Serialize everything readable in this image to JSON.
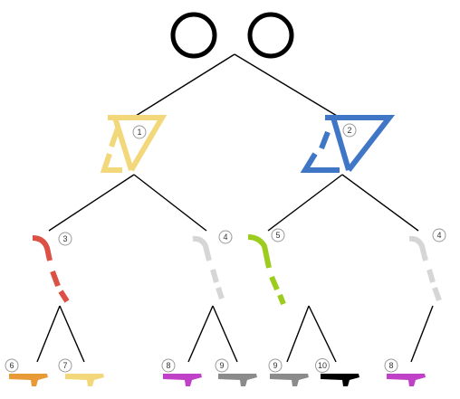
{
  "colors": {
    "root": "#000000",
    "left_frame": "#f2d87a",
    "right_frame": "#3f76c6",
    "red_fork": "#db5145",
    "gray_fork": "#d6d6d6",
    "green_fork": "#9ccc1e",
    "orange_part": "#e89a36",
    "yellow_part": "#f2d87a",
    "purple_part": "#c040c8",
    "gray_part": "#8b8b8b",
    "black_part": "#000000"
  },
  "nodes": {
    "frame_left": {
      "label": "1",
      "icon": "bike-frame-icon"
    },
    "frame_right": {
      "label": "2",
      "icon": "bike-frame-icon"
    },
    "fork_red": {
      "label": "3",
      "icon": "bike-fork-icon"
    },
    "fork_gray_left": {
      "label": "4",
      "icon": "bike-fork-icon"
    },
    "fork_green": {
      "label": "5",
      "icon": "bike-fork-icon"
    },
    "fork_gray_right": {
      "label": "4",
      "icon": "bike-fork-icon"
    },
    "part_orange": {
      "label": "6",
      "icon": "bike-seat-icon"
    },
    "part_yellow": {
      "label": "7",
      "icon": "bike-seat-icon"
    },
    "part_purple_left": {
      "label": "8",
      "icon": "bike-seat-icon"
    },
    "part_gray_left": {
      "label": "9",
      "icon": "bike-seat-icon"
    },
    "part_gray_right": {
      "label": "9",
      "icon": "bike-seat-icon"
    },
    "part_black": {
      "label": "10",
      "icon": "bike-seat-icon"
    },
    "part_purple_right": {
      "label": "8",
      "icon": "bike-seat-icon"
    }
  }
}
